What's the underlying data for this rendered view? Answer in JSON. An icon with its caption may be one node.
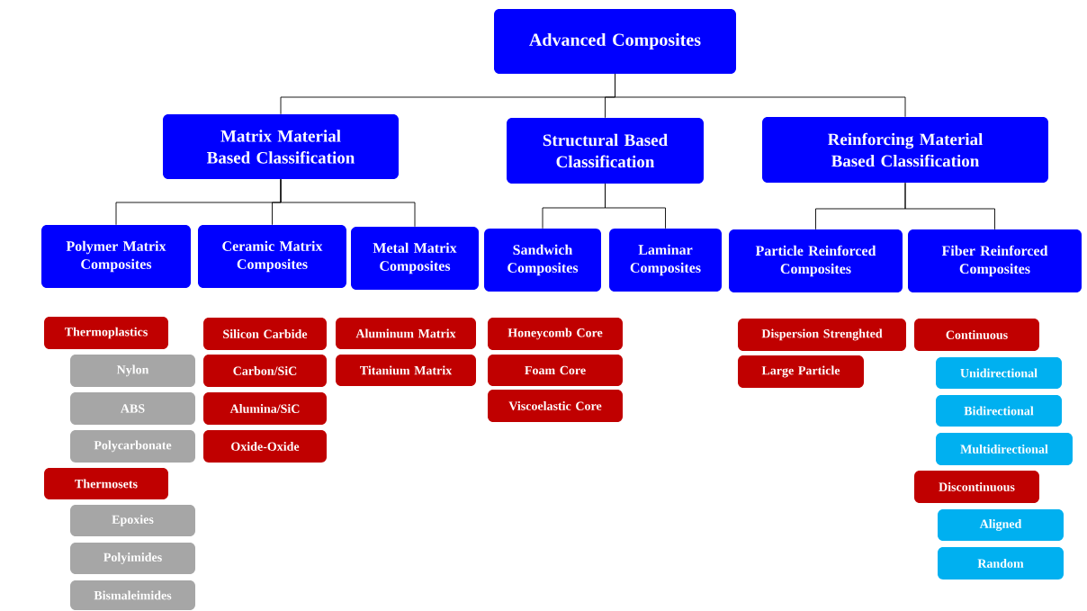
{
  "diagram": {
    "nodes": [
      {
        "text": [
          "Advanced Composites"
        ]
      },
      {
        "text": [
          "Matrix Material Based Classification"
        ]
      },
      {
        "text": [
          "Structural Based Classification"
        ]
      },
      {
        "text": [
          "Reinforcing Material Based Classification"
        ]
      },
      {
        "text": [
          "Polymer Matrix Composites"
        ]
      },
      {
        "text": [
          "Ceramic Matrix Composites"
        ]
      },
      {
        "text": [
          "Metal Matrix Composites"
        ]
      },
      {
        "text": [
          "Sandwich Composites"
        ]
      },
      {
        "text": [
          "Laminar Composites"
        ]
      },
      {
        "text": [
          "Particle Reinforced Composites"
        ]
      },
      {
        "text": [
          "Fiber Reinforced Composites"
        ]
      },
      {
        "text": [
          "Thermoplastics"
        ]
      },
      {
        "text": [
          "Nylon"
        ]
      },
      {
        "text": [
          "ABS"
        ]
      },
      {
        "text": [
          "Polycarbonate"
        ]
      },
      {
        "text": [
          "Thermosets"
        ]
      },
      {
        "text": [
          "Epoxies"
        ]
      },
      {
        "text": [
          "Polyimides"
        ]
      },
      {
        "text": [
          "Bismaleimides"
        ]
      },
      {
        "text": [
          "Silicon Carbide"
        ]
      },
      {
        "text": [
          "Carbon/SiC"
        ]
      },
      {
        "text": [
          "Alumina/SiC"
        ]
      },
      {
        "text": [
          "Oxide-Oxide"
        ]
      },
      {
        "text": [
          "Aluminum Matrix"
        ]
      },
      {
        "text": [
          "Titanium Matrix"
        ]
      },
      {
        "text": [
          "Honeycomb Core"
        ]
      },
      {
        "text": [
          "Foam Core"
        ]
      },
      {
        "text": [
          "Viscoelastic Core"
        ]
      },
      {
        "text": [
          "Dispersion Strenghted"
        ]
      },
      {
        "text": [
          "Large Particle"
        ]
      },
      {
        "text": [
          "Continuous"
        ]
      },
      {
        "text": [
          "Unidirectional"
        ]
      },
      {
        "text": [
          "Bidirectional"
        ]
      },
      {
        "text": [
          "Multidirectional"
        ]
      },
      {
        "text": [
          "Discontinuous"
        ]
      },
      {
        "text": [
          "Aligned"
        ]
      },
      {
        "text": [
          "Random"
        ]
      }
    ],
    "edges": [
      {
        "from": 0,
        "to": 1,
        "arrow": "none"
      },
      {
        "from": 0,
        "to": 2,
        "arrow": "none"
      },
      {
        "from": 0,
        "to": 3,
        "arrow": "none"
      },
      {
        "from": 1,
        "to": 4,
        "arrow": "none"
      },
      {
        "from": 1,
        "to": 5,
        "arrow": "none"
      },
      {
        "from": 1,
        "to": 6,
        "arrow": "none"
      },
      {
        "from": 2,
        "to": 7,
        "arrow": "none"
      },
      {
        "from": 2,
        "to": 8,
        "arrow": "none"
      },
      {
        "from": 3,
        "to": 9,
        "arrow": "none"
      },
      {
        "from": 3,
        "to": 10,
        "arrow": "none"
      }
    ]
  }
}
